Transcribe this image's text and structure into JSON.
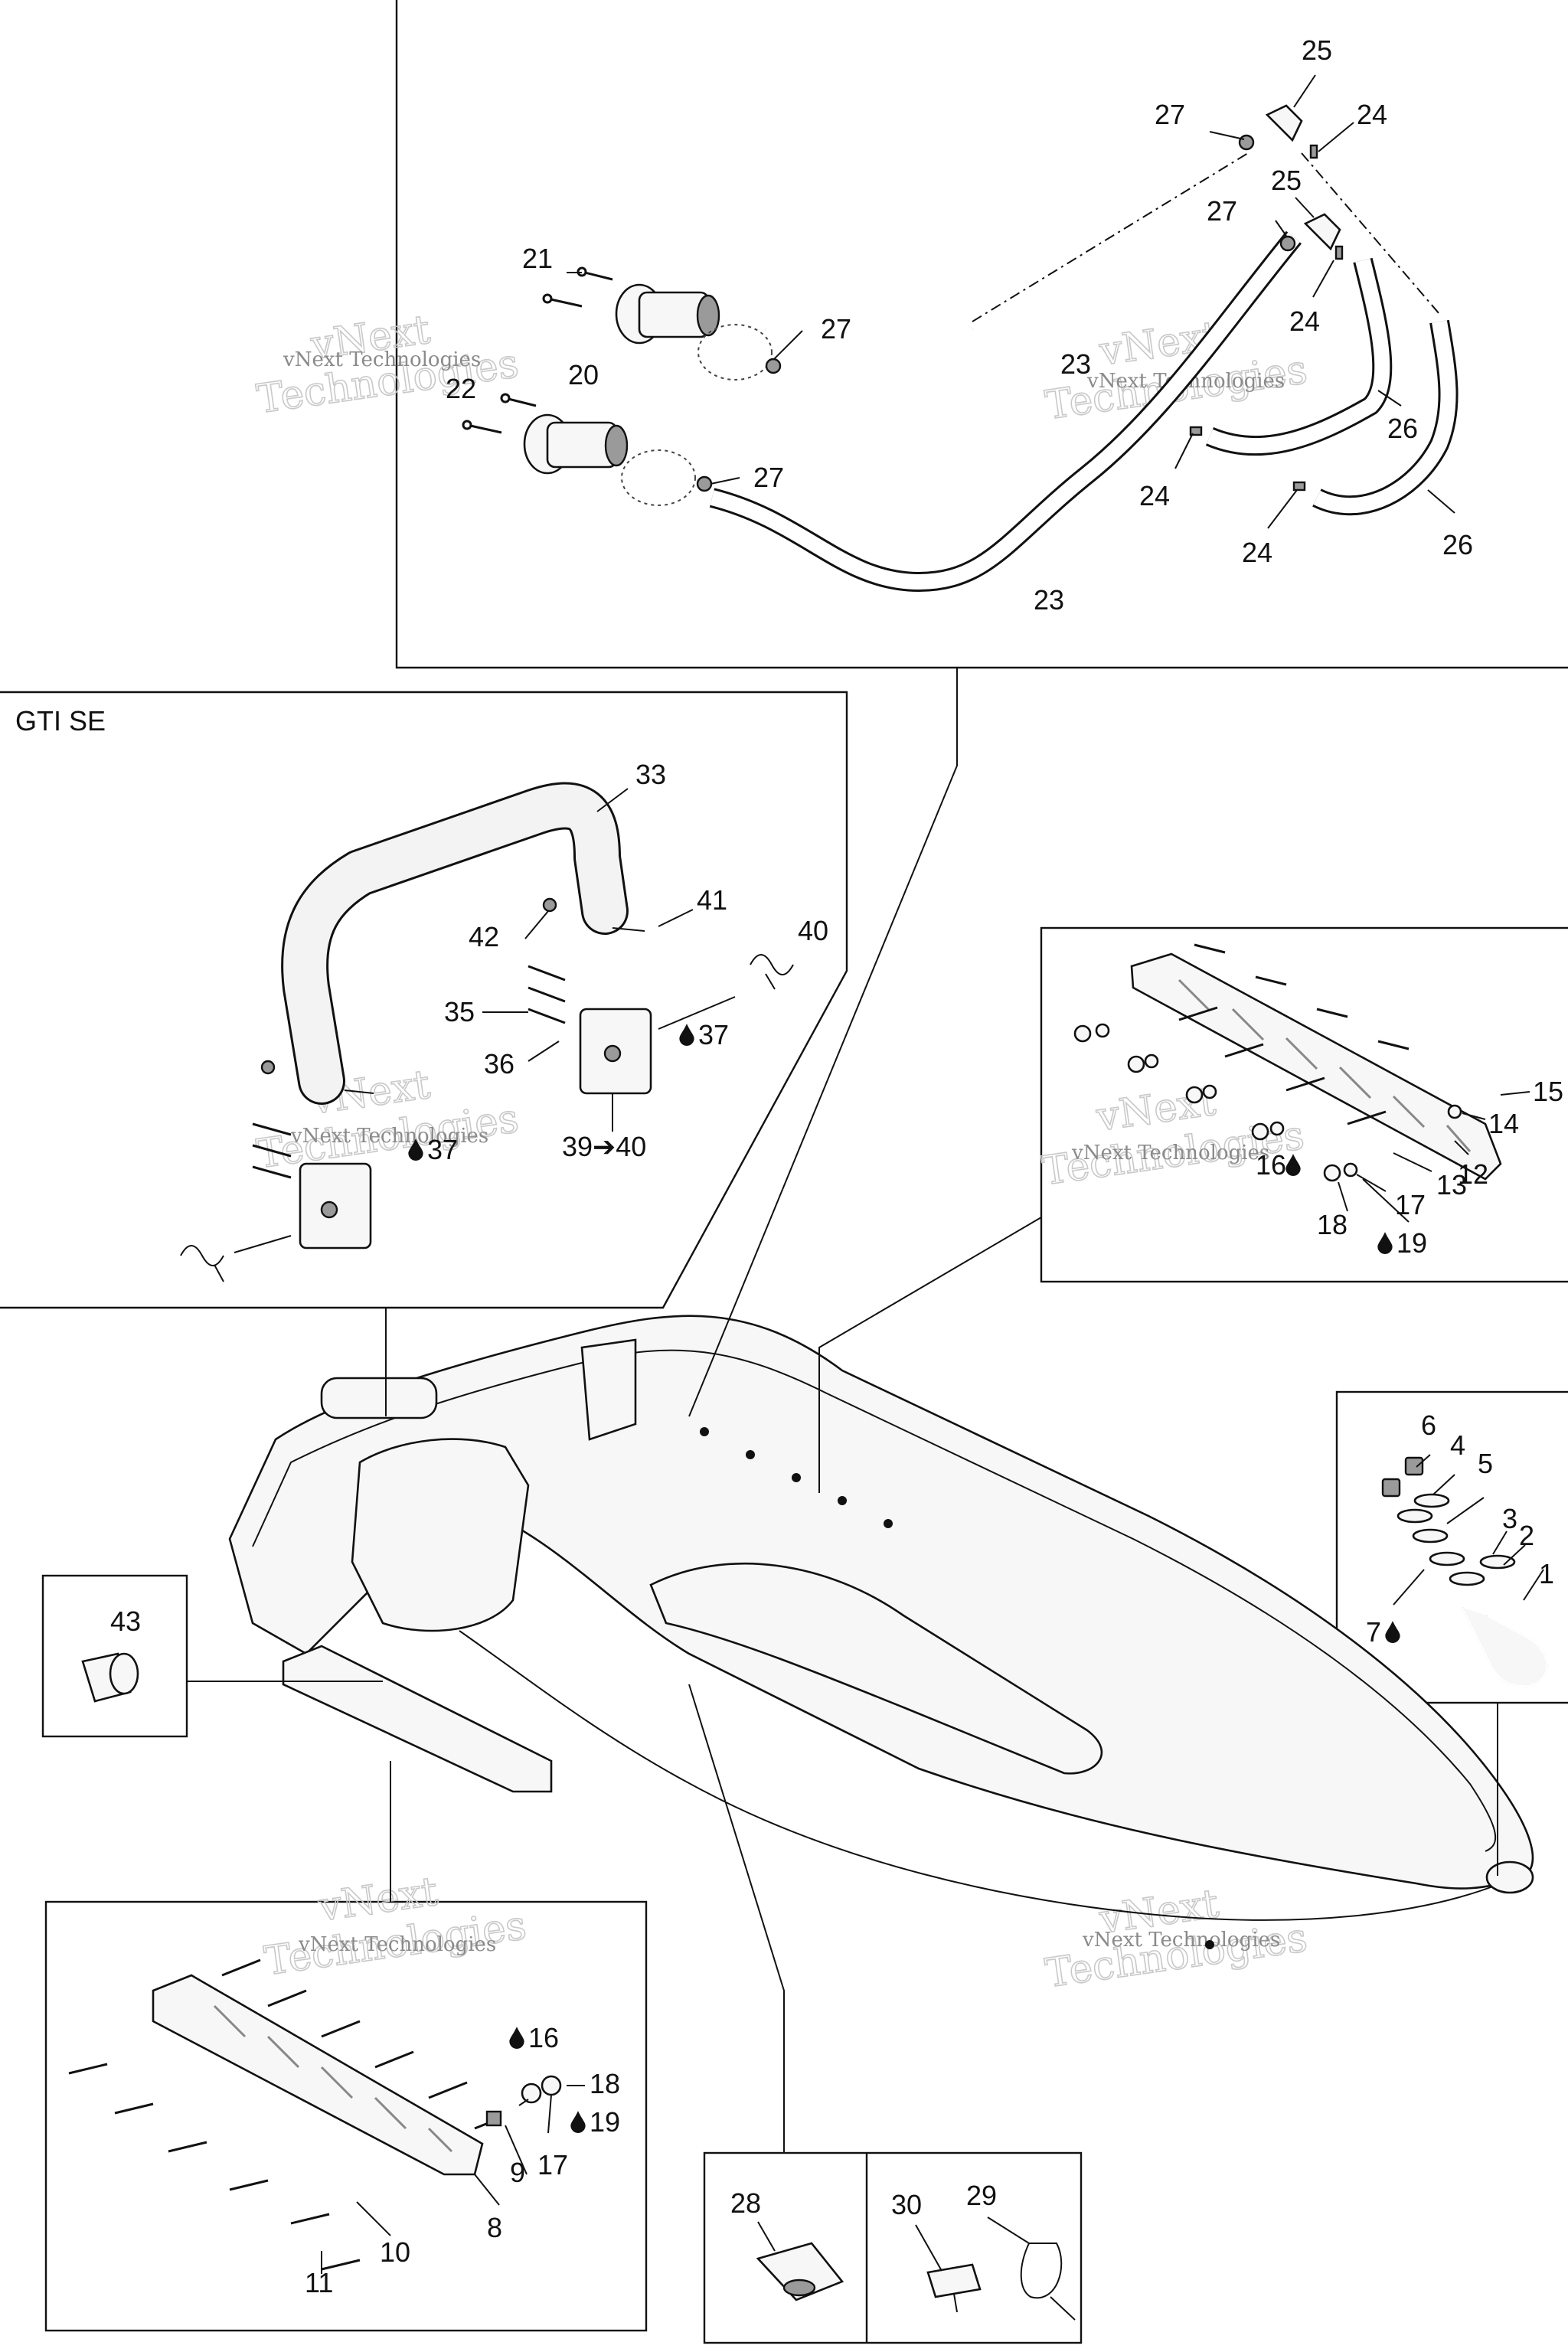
{
  "sections": {
    "gti_se": "GTI SE"
  },
  "callouts": {
    "c1": "1",
    "c2": "2",
    "c3": "3",
    "c4": "4",
    "c5": "5",
    "c6": "6",
    "c7": "7",
    "c8": "8",
    "c9": "9",
    "c10": "10",
    "c11": "11",
    "c12": "12",
    "c13": "13",
    "c14": "14",
    "c15": "15",
    "c16a": "16",
    "c16b": "16",
    "c17a": "17",
    "c17b": "17",
    "c18a": "18",
    "c18b": "18",
    "c19a": "19",
    "c19b": "19",
    "c20": "20",
    "c21": "21",
    "c22": "22",
    "c23a": "23",
    "c23b": "23",
    "c24a": "24",
    "c24b": "24",
    "c24c": "24",
    "c24d": "24",
    "c25a": "25",
    "c25b": "25",
    "c26a": "26",
    "c26b": "26",
    "c27a": "27",
    "c27b": "27",
    "c27c": "27",
    "c27d": "27",
    "c28": "28",
    "c29": "29",
    "c30": "30",
    "c33": "33",
    "c35": "35",
    "c36": "36",
    "c37a": "37",
    "c37b": "37",
    "c39_40": "39➔40",
    "c40": "40",
    "c41": "41",
    "c42": "42",
    "c43": "43"
  },
  "watermark": {
    "line1": "vNext",
    "line2": "Technologies",
    "small": "vNext Technologies"
  },
  "icons": [
    "drop-icon"
  ]
}
